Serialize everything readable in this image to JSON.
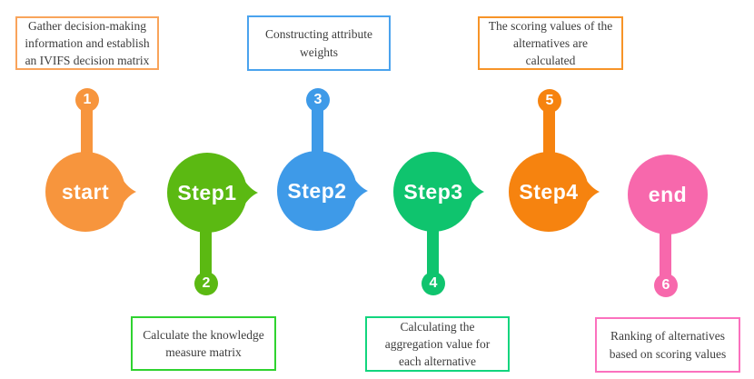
{
  "figure": {
    "background_color": "#FFFFFF",
    "top_boxes": [
      {
        "text": "Gather decision-making information and establish an IVIFS decision matrix",
        "border_color": "#F9A45B"
      },
      {
        "text": "Constructing attribute weights",
        "border_color": "#4AA3EE"
      },
      {
        "text": "The scoring values of the alternatives are calculated",
        "border_color": "#F79428"
      }
    ],
    "bottom_boxes": [
      {
        "text": "Calculate the knowledge measure matrix",
        "border_color": "#2FD330"
      },
      {
        "text": "Calculating the aggregation value for each alternative",
        "border_color": "#12D57E"
      },
      {
        "text": "Ranking of alternatives based on scoring values",
        "border_color": "#FB71BE"
      }
    ],
    "nodes": [
      {
        "label": "start",
        "number": "1",
        "color": "#F7953D"
      },
      {
        "label": "Step1",
        "number": "2",
        "color": "#5BB912"
      },
      {
        "label": "Step2",
        "number": "3",
        "color": "#3E9AE8"
      },
      {
        "label": "Step3",
        "number": "4",
        "color": "#0FC46E"
      },
      {
        "label": "Step4",
        "number": "5",
        "color": "#F6830F"
      },
      {
        "label": "end",
        "number": "6",
        "color": "#F768AC"
      }
    ]
  }
}
